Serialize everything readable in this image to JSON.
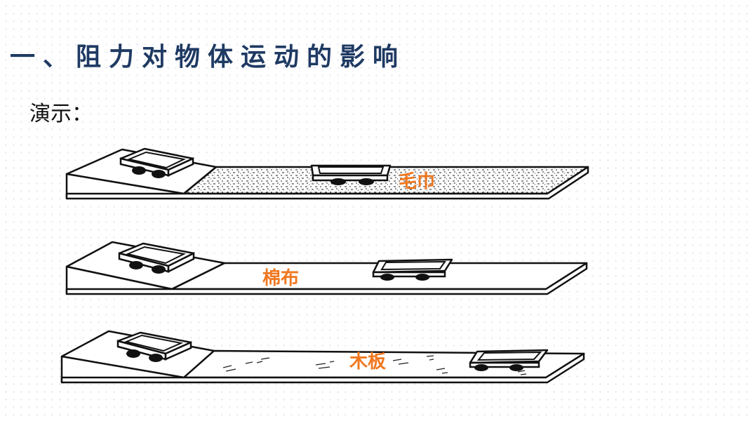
{
  "slide": {
    "title": "一、阻力对物体运动的影响",
    "subtitle": "演示："
  },
  "diagram": {
    "surfaces": [
      {
        "label": "毛巾",
        "texture": "dense-dashes"
      },
      {
        "label": "棉布",
        "texture": "plain"
      },
      {
        "label": "木板",
        "texture": "sparse-wood-grain"
      }
    ]
  },
  "colors": {
    "title": "#1f3a63",
    "label": "#f07820",
    "line": "#111111"
  }
}
